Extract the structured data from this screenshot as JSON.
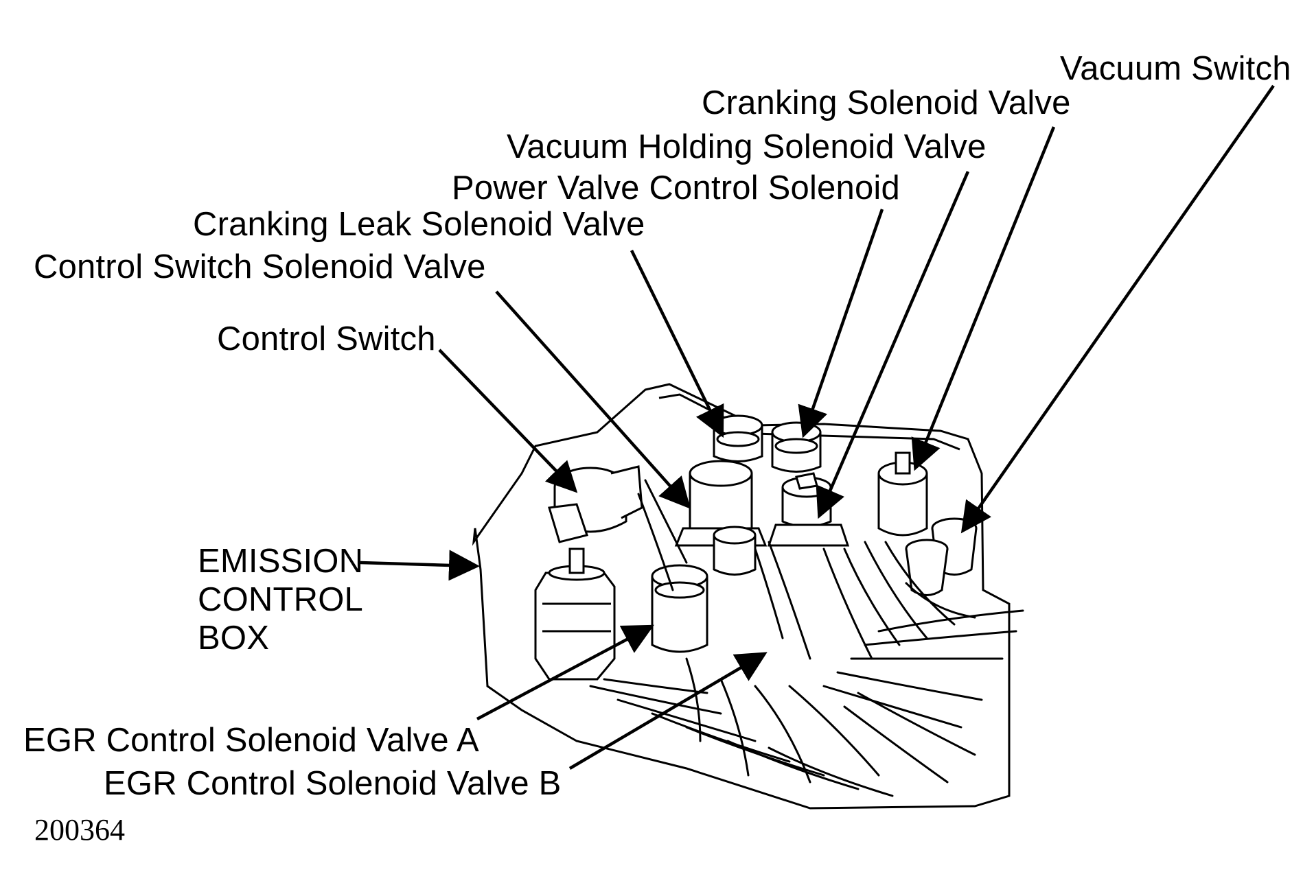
{
  "labels": {
    "vacuum_switch": "Vacuum Switch",
    "cranking_solenoid_valve": "Cranking Solenoid Valve",
    "vacuum_holding_solenoid_valve": "Vacuum Holding Solenoid Valve",
    "power_valve_control_solenoid": "Power Valve Control Solenoid",
    "cranking_leak_solenoid_valve": "Cranking Leak Solenoid Valve",
    "control_switch_solenoid_valve": "Control Switch Solenoid Valve",
    "control_switch": "Control Switch",
    "emission_control_box": [
      "EMISSION",
      "CONTROL",
      "BOX"
    ],
    "egr_control_solenoid_valve_a": "EGR Control Solenoid Valve A",
    "egr_control_solenoid_valve_b": "EGR Control Solenoid Valve B"
  },
  "figure_number": "200364",
  "colors": {
    "ink": "#000000",
    "paper": "#ffffff"
  }
}
